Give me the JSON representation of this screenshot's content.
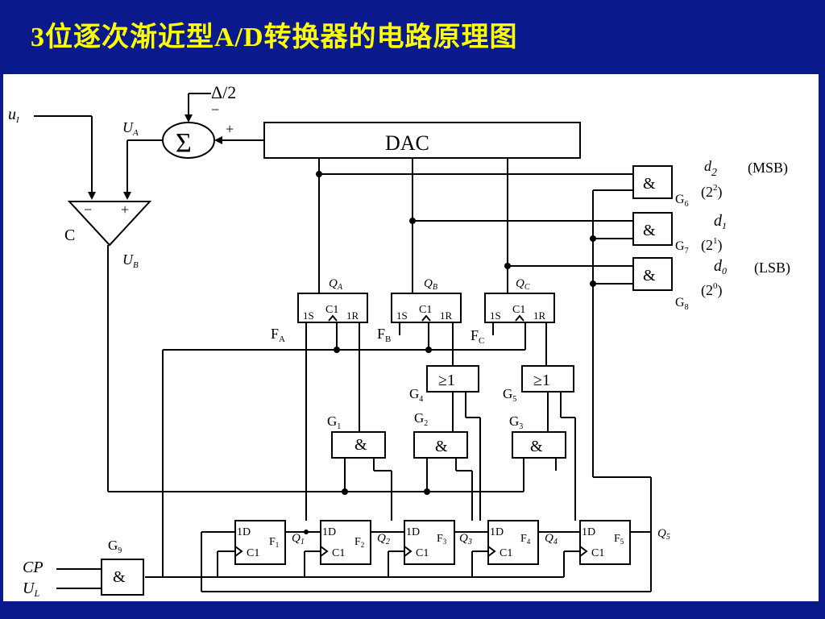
{
  "title": "3位逐次渐近型A/D转换器的电路原理图",
  "labels": {
    "ui_main": "u",
    "ui_sub": "I",
    "ua_main": "U",
    "ua_sub": "A",
    "ub_main": "U",
    "ub_sub": "B",
    "delta_half": "Δ/2",
    "minus": "−",
    "plus": "+",
    "sigma": "Σ",
    "dac": "DAC",
    "comparator": "C",
    "and_sym": "&",
    "or_sym": "≥1",
    "qa": "Q",
    "qa_sub": "A",
    "qb": "Q",
    "qb_sub": "B",
    "qc": "Q",
    "qc_sub": "C",
    "ff_left": "1S",
    "ff_clk": "C1",
    "ff_right": "1R",
    "fa": "F",
    "fa_sub": "A",
    "fb": "F",
    "fb_sub": "B",
    "fc": "F",
    "fc_sub": "C",
    "g1": "G",
    "g1_sub": "1",
    "g2": "G",
    "g2_sub": "2",
    "g3": "G",
    "g3_sub": "3",
    "g4": "G",
    "g4_sub": "4",
    "g5": "G",
    "g5_sub": "5",
    "g6": "G",
    "g6_sub": "6",
    "g7": "G",
    "g7_sub": "7",
    "g8": "G",
    "g8_sub": "8",
    "g9": "G",
    "g9_sub": "9",
    "d2": "d",
    "d2_sub": "2",
    "d1": "d",
    "d1_sub": "1",
    "d0": "d",
    "d0_sub": "0",
    "msb": "(MSB)",
    "lsb": "(LSB)",
    "w2_open": "(2",
    "w2_exp": "2",
    "w_close": ")",
    "w1_exp": "1",
    "w0_exp": "0",
    "sr_d": "1D",
    "sr_c": "C1",
    "f1": "F",
    "f1_sub": "1",
    "f2": "F",
    "f2_sub": "2",
    "f3": "F",
    "f3_sub": "3",
    "f4": "F",
    "f4_sub": "4",
    "f5": "F",
    "f5_sub": "5",
    "q1": "Q",
    "q1_sub": "1",
    "q2": "Q",
    "q2_sub": "2",
    "q3": "Q",
    "q3_sub": "3",
    "q4": "Q",
    "q4_sub": "4",
    "q5": "Q",
    "q5_sub": "5",
    "cp": "CP",
    "ul": "U",
    "ul_sub": "L"
  }
}
